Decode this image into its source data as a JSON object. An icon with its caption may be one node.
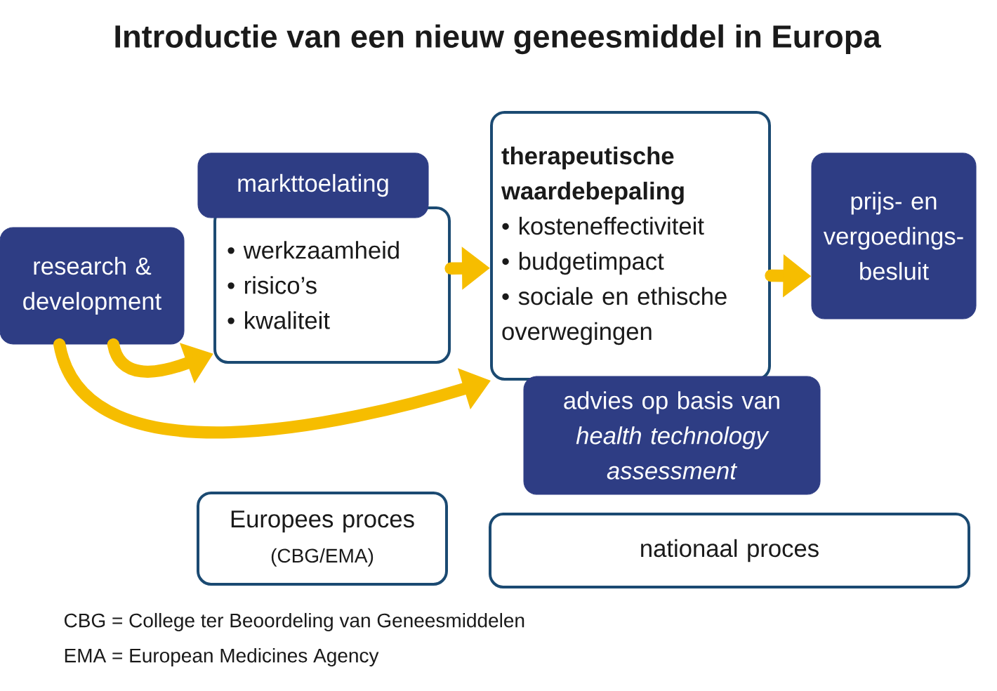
{
  "diagram": {
    "title": "Introductie van een nieuw geneesmiddel in Europa",
    "nodes": [
      {
        "text": [
          "research & development"
        ]
      },
      {
        "text": [
          "markttoelating"
        ]
      },
      {
        "text": [
          "• werkzaamheid",
          "• risico’s",
          "• kwaliteit"
        ]
      },
      {
        "text": [
          "therapeutische waardebepaling",
          "• kosteneffectiviteit",
          "• budgetimpact",
          "• sociale en ethische overwegingen"
        ]
      },
      {
        "text": [
          "advies op basis van *health technology assessment*"
        ]
      },
      {
        "text": [
          "prijs- en vergoedings- besluit"
        ]
      },
      {
        "text": [
          "Europees proces",
          "(CBG/EMA)"
        ]
      },
      {
        "text": [
          "nationaal proces"
        ]
      }
    ],
    "edges": [
      {
        "from": 0,
        "to": 2,
        "arrow": "to"
      },
      {
        "from": 0,
        "to": 3,
        "arrow": "to"
      },
      {
        "from": 2,
        "to": 3,
        "arrow": "to"
      },
      {
        "from": 3,
        "to": 5,
        "arrow": "to"
      }
    ],
    "labels": [
      "CBG = College ter Beoordeling van Geneesmiddelen",
      "EMA = European Medicines Agency"
    ]
  }
}
